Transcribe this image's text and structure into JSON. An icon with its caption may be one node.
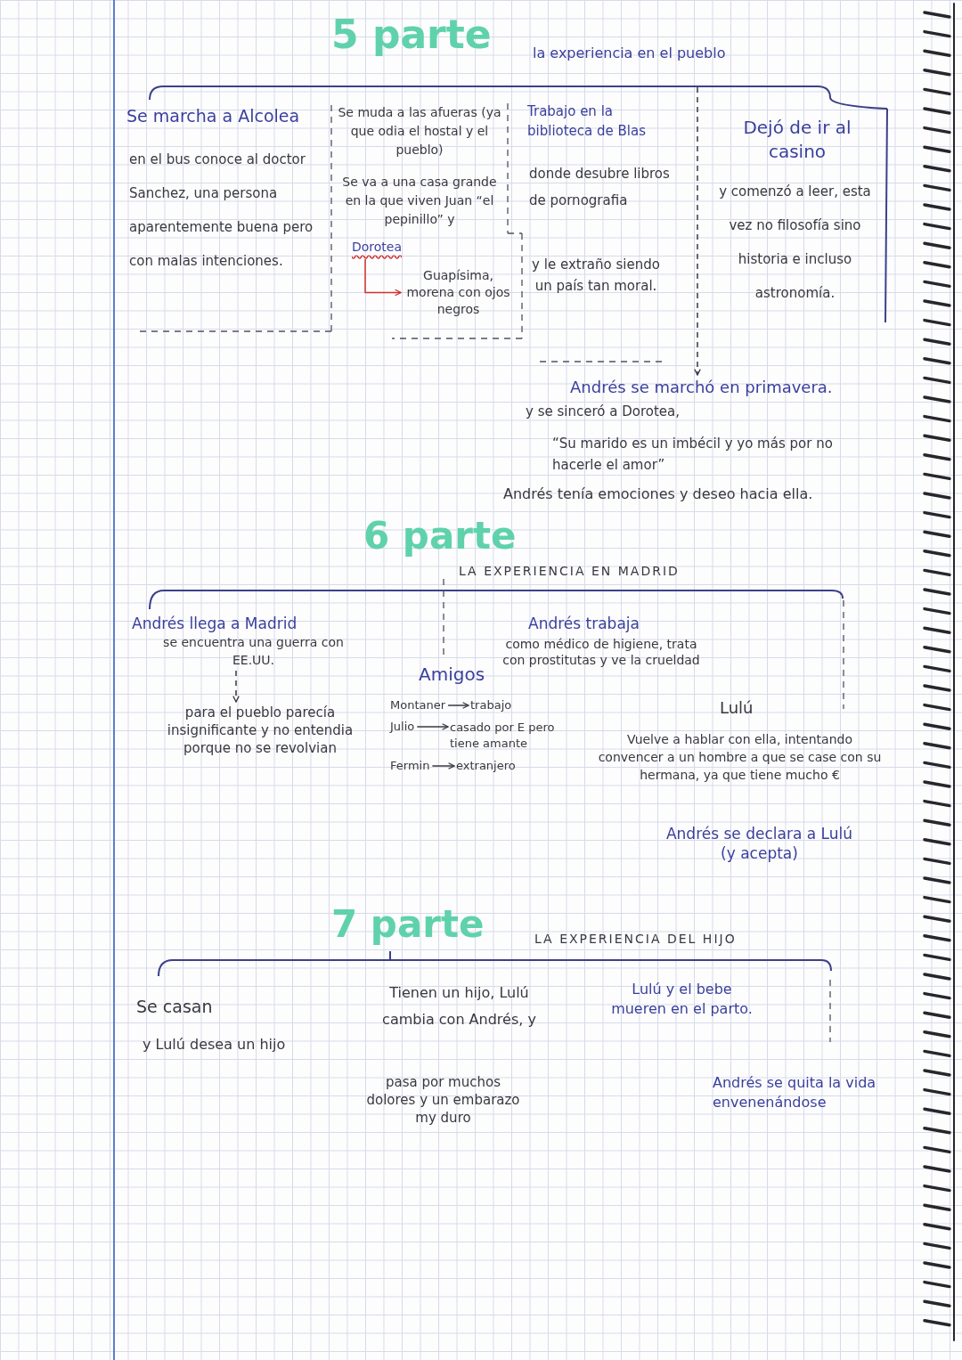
{
  "diagram": {
    "nodes": [
      {
        "text": [
          "Dorotea"
        ]
      },
      {
        "text": [
          "Guapísima, morena con ojos negros"
        ]
      },
      {
        "text": [
          "Andrés se marchó en primavera."
        ]
      },
      {
        "text": [
          "Andrés llega a Madrid",
          "se encuentra una guerra con EE.UU."
        ]
      },
      {
        "text": [
          "para el pueblo parecía insignificante y no entendia porque no se revolvian"
        ]
      },
      {
        "text": [
          "Montaner"
        ]
      },
      {
        "text": [
          "trabajo"
        ]
      },
      {
        "text": [
          "Julio"
        ]
      },
      {
        "text": [
          "casado por E pero tiene amante"
        ]
      },
      {
        "text": [
          "Fermin"
        ]
      },
      {
        "text": [
          "extranjero"
        ]
      }
    ],
    "edges": [
      {
        "from": 0,
        "to": 1,
        "arrow": "to",
        "color": "#d0302f"
      },
      {
        "from": null,
        "to": 2,
        "arrow": "to",
        "style": "dashed"
      },
      {
        "from": 3,
        "to": 4,
        "arrow": "to",
        "style": "dashed"
      },
      {
        "from": 5,
        "to": 6,
        "arrow": "to"
      },
      {
        "from": 7,
        "to": 8,
        "arrow": "to"
      },
      {
        "from": 9,
        "to": 10,
        "arrow": "to"
      }
    ],
    "labels": [
      "5 parte",
      "la experiencia en el pueblo",
      "Se marcha a Alcolea",
      "en el bus conoce al doctor Sanchez, una persona aparentemente buena pero con malas intenciones.",
      "Se muda a las afueras (ya que odia el hostal y el pueblo)",
      "Se va a una casa grande en la que viven Juan “el pepinillo” y",
      "Trabajo en la biblioteca de Blas",
      "donde desubre libros de pornografia",
      "y le extraño siendo un país tan moral.",
      "Dejó de ir al casino",
      "y comenzó a leer, esta vez no filosofía sino historia e incluso astronomía.",
      "y se sinceró a Dorotea,",
      "“Su marido es un imbécil y yo más por no hacerle el amor”",
      "Andrés tenía emociones y deseo hacia ella.",
      "6 parte",
      "LA EXPERIENCIA EN MADRID",
      "Amigos",
      "Andrés trabaja",
      "como médico de higiene, trata con prostitutas y ve la crueldad",
      "Lulú",
      "Vuelve a hablar con ella, intentando convencer a un hombre a que se case con su hermana, ya que tiene mucho €",
      "Andrés se declara a Lulú (y acepta)",
      "7 parte",
      "LA EXPERIENCIA DEL HIJO",
      "Se casan",
      "y Lulú desea un hijo",
      "Tienen un hijo, Lulú cambia con Andrés, y",
      "pasa por muchos dolores y un embarazo my duro",
      "Lulú y el bebe mueren en el parto.",
      "Andrés se quita la vida envenenándose"
    ]
  }
}
